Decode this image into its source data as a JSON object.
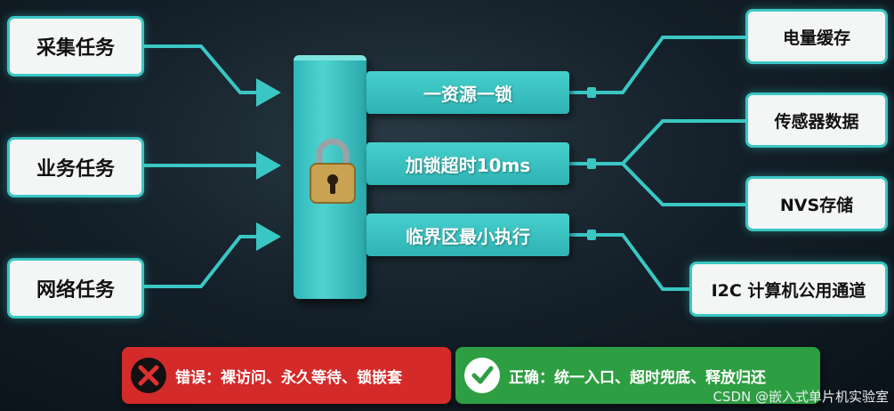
{
  "left_tasks": [
    "采集任务",
    "业务任务",
    "网络任务"
  ],
  "lock_rules": [
    "一资源一锁",
    "加锁超时10ms",
    "临界区最小执行"
  ],
  "resources": [
    "电量缓存",
    "传感器数据",
    "NVS存储",
    "I2C 计算机公用通道"
  ],
  "banners": {
    "wrong": {
      "text": "错误：裸访问、永久等待、锁嵌套",
      "icon": "x-icon"
    },
    "right": {
      "text": "正确：统一入口、超时兜底、释放归还",
      "icon": "check-icon"
    }
  },
  "watermark": "CSDN @嵌入式单片机实验室",
  "colors": {
    "accent": "#3ac7c4",
    "wrong": "#d42a2a",
    "right": "#2e9e42",
    "lock": "#c9a352"
  }
}
